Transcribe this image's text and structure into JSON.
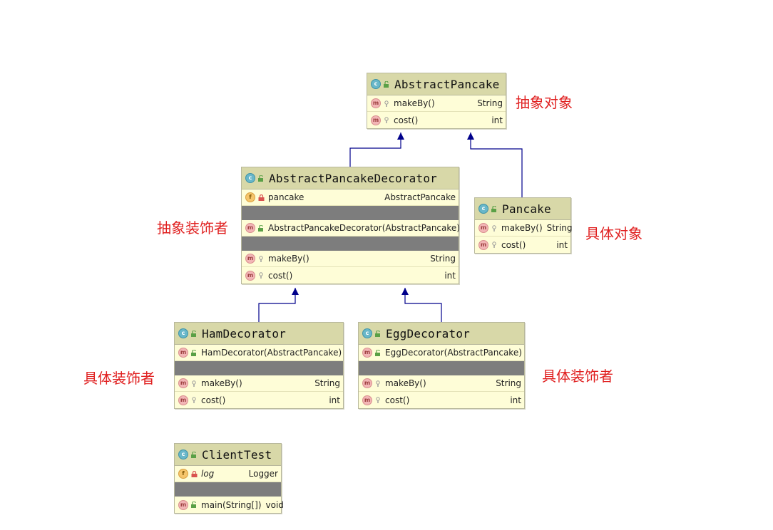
{
  "classes": {
    "abstract_pancake": {
      "name": "AbstractPancake",
      "methods": [
        {
          "name": "makeBy()",
          "type": "String"
        },
        {
          "name": "cost()",
          "type": "int"
        }
      ]
    },
    "abstract_decorator": {
      "name": "AbstractPancakeDecorator",
      "fields": [
        {
          "name": "pancake",
          "type": "AbstractPancake"
        }
      ],
      "constructors": [
        {
          "name": "AbstractPancakeDecorator(AbstractPancake)"
        }
      ],
      "methods": [
        {
          "name": "makeBy()",
          "type": "String"
        },
        {
          "name": "cost()",
          "type": "int"
        }
      ]
    },
    "pancake": {
      "name": "Pancake",
      "methods": [
        {
          "name": "makeBy()",
          "type": "String"
        },
        {
          "name": "cost()",
          "type": "int"
        }
      ]
    },
    "ham_decorator": {
      "name": "HamDecorator",
      "constructors": [
        {
          "name": "HamDecorator(AbstractPancake)"
        }
      ],
      "methods": [
        {
          "name": "makeBy()",
          "type": "String"
        },
        {
          "name": "cost()",
          "type": "int"
        }
      ]
    },
    "egg_decorator": {
      "name": "EggDecorator",
      "constructors": [
        {
          "name": "EggDecorator(AbstractPancake)"
        }
      ],
      "methods": [
        {
          "name": "makeBy()",
          "type": "String"
        },
        {
          "name": "cost()",
          "type": "int"
        }
      ]
    },
    "client_test": {
      "name": "ClientTest",
      "fields": [
        {
          "name": "log",
          "type": "Logger"
        }
      ],
      "methods": [
        {
          "name": "main(String[])",
          "type": "void"
        }
      ]
    }
  },
  "annotations": {
    "abstract_object": "抽象对象",
    "abstract_decorator": "抽象装饰者",
    "concrete_object": "具体对象",
    "concrete_decorator_left": "具体装饰者",
    "concrete_decorator_right": "具体装饰者"
  },
  "icons": {
    "class": "class-icon",
    "method": "method-icon",
    "field": "field-icon",
    "public": "public-visibility-icon",
    "private": "private-lock-icon"
  },
  "colors": {
    "class_body": "#fefdd7",
    "class_header": "#d8d8a8",
    "separator": "#7d7d7d",
    "arrow": "#00008b",
    "note": "#e02020"
  }
}
